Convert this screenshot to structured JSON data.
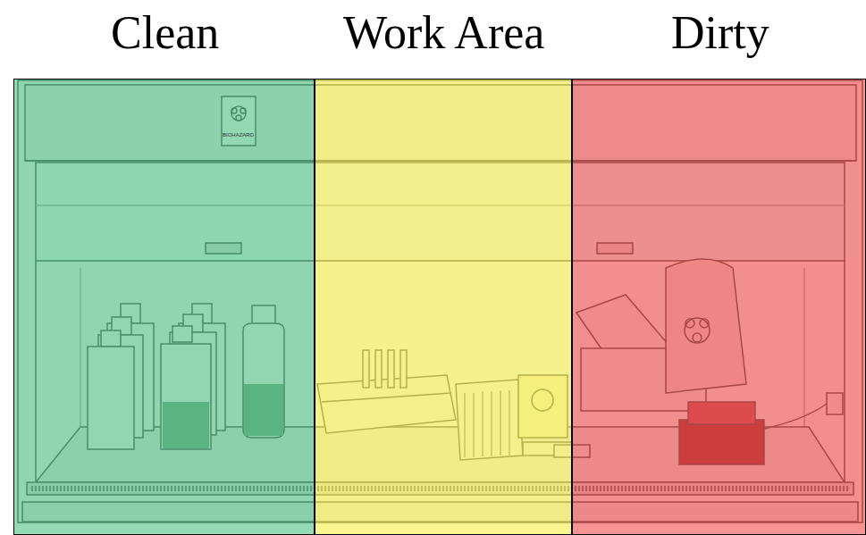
{
  "diagram": {
    "nodes": [
      {
        "text": [
          "Clean"
        ]
      },
      {
        "text": [
          "Work Area"
        ]
      },
      {
        "text": [
          "Dirty"
        ]
      }
    ],
    "labels": [
      "BIOHAZARD"
    ]
  }
}
